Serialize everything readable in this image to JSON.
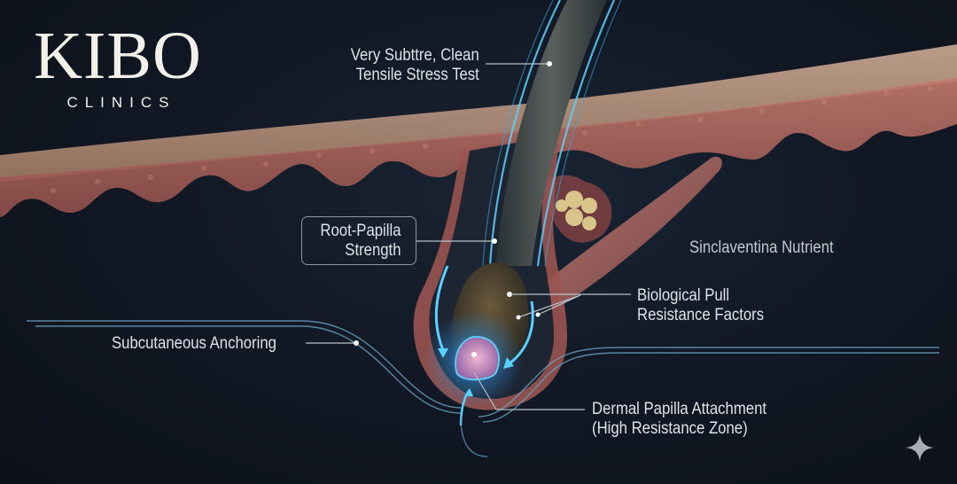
{
  "logo": {
    "name": "KIBO",
    "subtitle": "CLINICS"
  },
  "labels": {
    "tensile_test": {
      "line1": "Very Subttre, Clean",
      "line2": "Tensile Stress Test"
    },
    "root_papilla": {
      "line1": "Root-Papilla",
      "line2": "Strength"
    },
    "nutrient": {
      "line1": "Sinclaventina Nutrient"
    },
    "biological_pull": {
      "line1": "Biological Pull",
      "line2": "Resistance Factors"
    },
    "subcutaneous": {
      "line1": "Subcutaneous Anchoring"
    },
    "dermal_papilla": {
      "line1": "Dermal Papilla Attachment",
      "line2": "(High Resistance Zone)"
    }
  },
  "icons": {
    "corner": "sparkle-icon"
  },
  "colors": {
    "background": "#0e131c",
    "skin_surface": "#c9a48a",
    "dermis": "#b86a62",
    "glow": "#4fc3f7",
    "hair": "#3a3f3c",
    "sebaceous": "#d9c48a",
    "text": "#dfe3e8"
  }
}
